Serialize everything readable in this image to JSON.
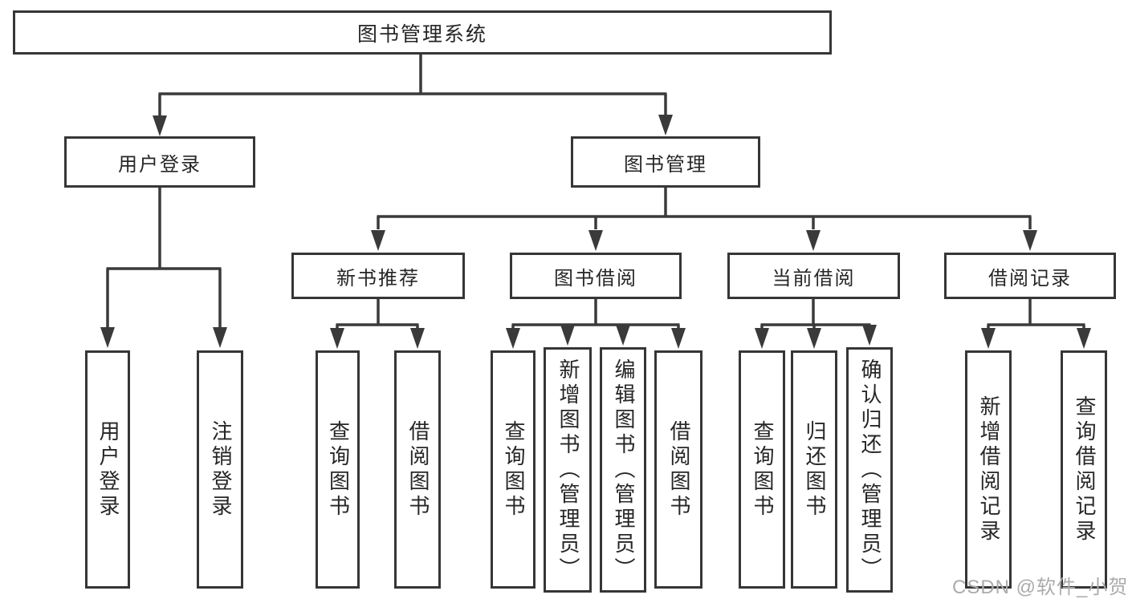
{
  "diagram": {
    "root": {
      "label": "图书管理系统",
      "children": [
        {
          "label": "用户登录",
          "children": [
            {
              "label": "用户登录"
            },
            {
              "label": "注销登录"
            }
          ]
        },
        {
          "label": "图书管理",
          "children": [
            {
              "label": "新书推荐",
              "children": [
                {
                  "label": "查询图书"
                },
                {
                  "label": "借阅图书"
                }
              ]
            },
            {
              "label": "图书借阅",
              "children": [
                {
                  "label": "查询图书"
                },
                {
                  "label": "新增图书（管理员）"
                },
                {
                  "label": "编辑图书（管理员）"
                },
                {
                  "label": "借阅图书"
                }
              ]
            },
            {
              "label": "当前借阅",
              "children": [
                {
                  "label": "查询图书"
                },
                {
                  "label": "归还图书"
                },
                {
                  "label": "确认归还（管理员）"
                }
              ]
            },
            {
              "label": "借阅记录",
              "children": [
                {
                  "label": "新增借阅记录"
                },
                {
                  "label": "查询借阅记录"
                }
              ]
            }
          ]
        }
      ]
    },
    "colors": {
      "line": "#3a3a3a",
      "box_border": "#363636",
      "text": "#262626",
      "background": "#ffffff",
      "watermark": "#ababab"
    }
  },
  "watermark": {
    "text": "CSDN @软件_小贺同学"
  }
}
